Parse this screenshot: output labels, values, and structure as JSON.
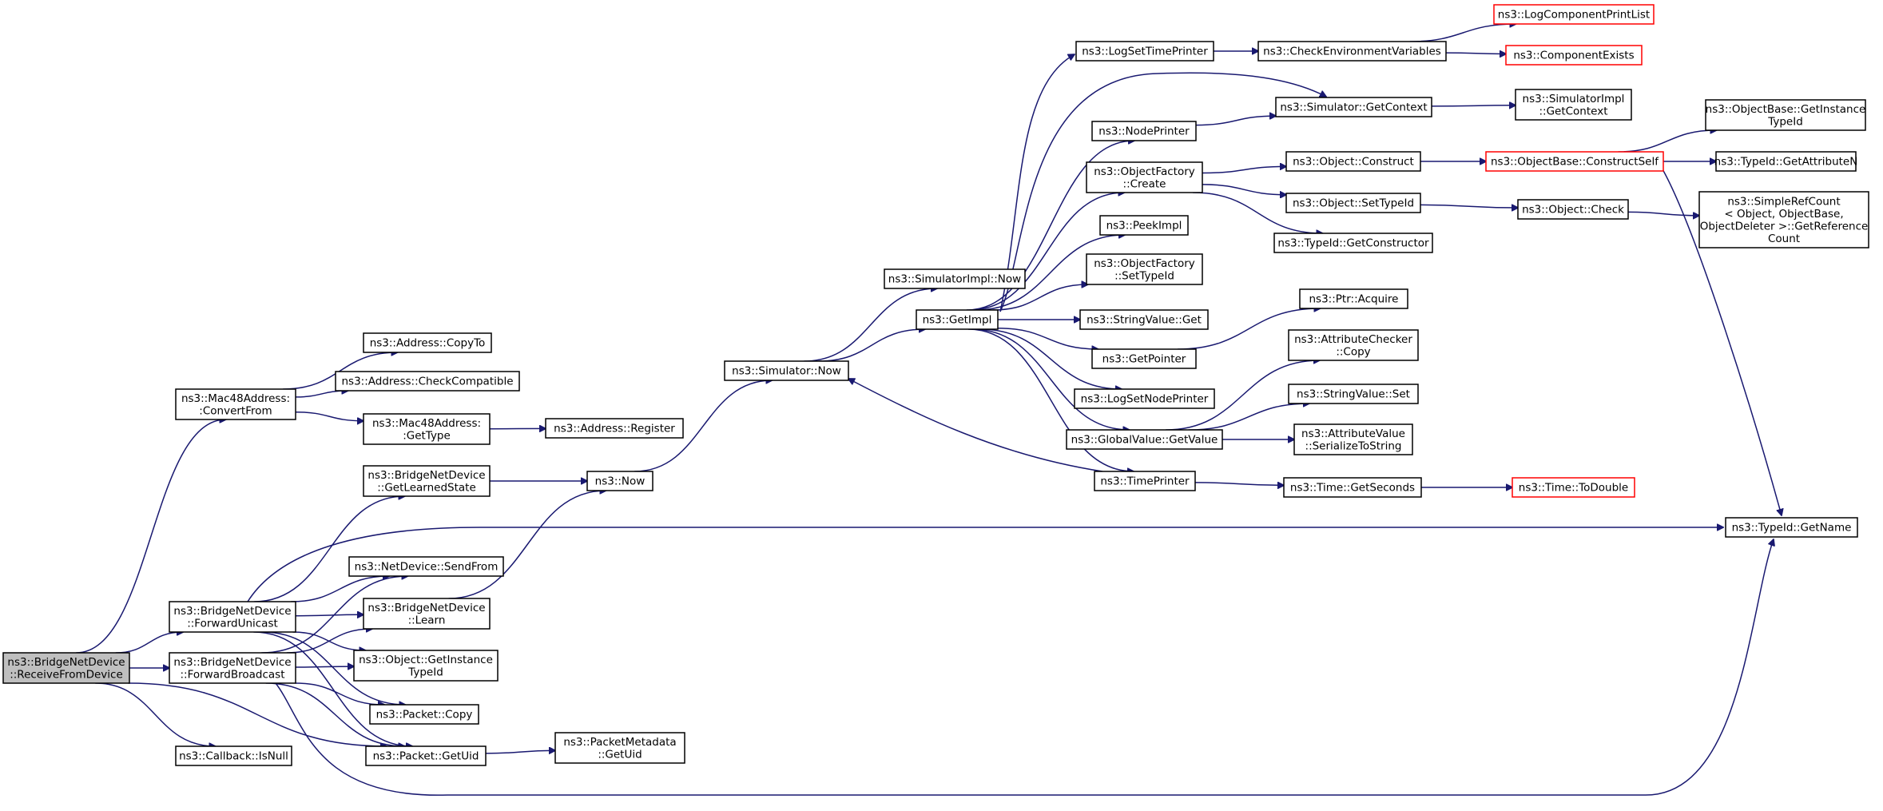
{
  "edge_color": "#191970",
  "node_border_color": "#000000",
  "truncated_node_border_color": "#ff0000",
  "root_fill_color": "#bfbfbf",
  "nodes": {
    "receive": {
      "lines": [
        "ns3::BridgeNetDevice",
        "::ReceiveFromDevice"
      ],
      "style": "root"
    },
    "mac_convert": {
      "lines": [
        "ns3::Mac48Address:",
        ":ConvertFrom"
      ]
    },
    "fwd_unicast": {
      "lines": [
        "ns3::BridgeNetDevice",
        "::ForwardUnicast"
      ]
    },
    "fwd_broadcast": {
      "lines": [
        "ns3::BridgeNetDevice",
        "::ForwardBroadcast"
      ]
    },
    "callback_isnull": {
      "lines": [
        "ns3::Callback::IsNull"
      ]
    },
    "addr_copyto": {
      "lines": [
        "ns3::Address::CopyTo"
      ]
    },
    "addr_checkcompat": {
      "lines": [
        "ns3::Address::CheckCompatible"
      ]
    },
    "mac_gettype": {
      "lines": [
        "ns3::Mac48Address:",
        ":GetType"
      ]
    },
    "bnd_getlearned": {
      "lines": [
        "ns3::BridgeNetDevice",
        "::GetLearnedState"
      ]
    },
    "netdev_sendfrom": {
      "lines": [
        "ns3::NetDevice::SendFrom"
      ]
    },
    "bnd_learn": {
      "lines": [
        "ns3::BridgeNetDevice",
        "::Learn"
      ]
    },
    "obj_getinstancetypeid": {
      "lines": [
        "ns3::Object::GetInstance",
        "TypeId"
      ]
    },
    "packet_copy": {
      "lines": [
        "ns3::Packet::Copy"
      ]
    },
    "packet_getuid": {
      "lines": [
        "ns3::Packet::GetUid"
      ]
    },
    "addr_register": {
      "lines": [
        "ns3::Address::Register"
      ]
    },
    "ns3_now": {
      "lines": [
        "ns3::Now"
      ]
    },
    "pktmeta_getuid": {
      "lines": [
        "ns3::PacketMetadata",
        "::GetUid"
      ]
    },
    "sim_now": {
      "lines": [
        "ns3::Simulator::Now"
      ]
    },
    "simimpl_now": {
      "lines": [
        "ns3::SimulatorImpl::Now"
      ]
    },
    "getimpl": {
      "lines": [
        "ns3::GetImpl"
      ]
    },
    "logsettimeprinter": {
      "lines": [
        "ns3::LogSetTimePrinter"
      ]
    },
    "nodeprinter": {
      "lines": [
        "ns3::NodePrinter"
      ]
    },
    "objfactory_create": {
      "lines": [
        "ns3::ObjectFactory",
        "::Create"
      ]
    },
    "peekimpl": {
      "lines": [
        "ns3::PeekImpl"
      ]
    },
    "objfactory_settypeid": {
      "lines": [
        "ns3::ObjectFactory",
        "::SetTypeId"
      ]
    },
    "stringvalue_get": {
      "lines": [
        "ns3::StringValue::Get"
      ]
    },
    "getpointer": {
      "lines": [
        "ns3::GetPointer"
      ]
    },
    "logsetnodeprinter": {
      "lines": [
        "ns3::LogSetNodePrinter"
      ]
    },
    "globalvalue_getvalue": {
      "lines": [
        "ns3::GlobalValue::GetValue"
      ]
    },
    "timeprinter": {
      "lines": [
        "ns3::TimePrinter"
      ]
    },
    "checkenv": {
      "lines": [
        "ns3::CheckEnvironmentVariables"
      ]
    },
    "sim_getcontext": {
      "lines": [
        "ns3::Simulator::GetContext"
      ]
    },
    "obj_construct": {
      "lines": [
        "ns3::Object::Construct"
      ]
    },
    "obj_settypeid": {
      "lines": [
        "ns3::Object::SetTypeId"
      ]
    },
    "typeid_getconstructor": {
      "lines": [
        "ns3::TypeId::GetConstructor"
      ]
    },
    "ptr_acquire": {
      "lines": [
        "ns3::Ptr::Acquire"
      ]
    },
    "attrchecker_copy": {
      "lines": [
        "ns3::AttributeChecker",
        "::Copy"
      ]
    },
    "stringvalue_set": {
      "lines": [
        "ns3::StringValue::Set"
      ]
    },
    "attrvalue_serialize": {
      "lines": [
        "ns3::AttributeValue",
        "::SerializeToString"
      ]
    },
    "time_getseconds": {
      "lines": [
        "ns3::Time::GetSeconds"
      ]
    },
    "logcompprintlist": {
      "lines": [
        "ns3::LogComponentPrintList"
      ],
      "style": "red"
    },
    "componentexists": {
      "lines": [
        "ns3::ComponentExists"
      ],
      "style": "red"
    },
    "simimpl_getcontext": {
      "lines": [
        "ns3::SimulatorImpl",
        "::GetContext"
      ]
    },
    "objbase_constructself": {
      "lines": [
        "ns3::ObjectBase::ConstructSelf"
      ],
      "style": "red"
    },
    "obj_check": {
      "lines": [
        "ns3::Object::Check"
      ]
    },
    "time_todouble": {
      "lines": [
        "ns3::Time::ToDouble"
      ],
      "style": "red"
    },
    "objbase_getinstancetypeid": {
      "lines": [
        "ns3::ObjectBase::GetInstance",
        "TypeId"
      ]
    },
    "typeid_getattributen": {
      "lines": [
        "ns3::TypeId::GetAttributeN"
      ]
    },
    "simplerefcount": {
      "lines": [
        "ns3::SimpleRefCount",
        "< Object, ObjectBase,",
        " ObjectDeleter >::GetReference",
        "Count"
      ]
    },
    "typeid_getname": {
      "lines": [
        "ns3::TypeId::GetName"
      ]
    }
  },
  "edges": [
    [
      "receive",
      "mac_convert"
    ],
    [
      "receive",
      "fwd_unicast"
    ],
    [
      "receive",
      "fwd_broadcast"
    ],
    [
      "receive",
      "callback_isnull"
    ],
    [
      "receive",
      "packet_getuid"
    ],
    [
      "mac_convert",
      "addr_copyto"
    ],
    [
      "mac_convert",
      "addr_checkcompat"
    ],
    [
      "mac_convert",
      "mac_gettype"
    ],
    [
      "mac_gettype",
      "addr_register"
    ],
    [
      "fwd_unicast",
      "bnd_getlearned"
    ],
    [
      "fwd_unicast",
      "netdev_sendfrom"
    ],
    [
      "fwd_unicast",
      "bnd_learn"
    ],
    [
      "fwd_unicast",
      "obj_getinstancetypeid"
    ],
    [
      "fwd_unicast",
      "packet_copy"
    ],
    [
      "fwd_unicast",
      "packet_getuid"
    ],
    [
      "fwd_unicast",
      "typeid_getname"
    ],
    [
      "fwd_broadcast",
      "netdev_sendfrom"
    ],
    [
      "fwd_broadcast",
      "bnd_learn"
    ],
    [
      "fwd_broadcast",
      "obj_getinstancetypeid"
    ],
    [
      "fwd_broadcast",
      "packet_copy"
    ],
    [
      "fwd_broadcast",
      "packet_getuid"
    ],
    [
      "fwd_broadcast",
      "typeid_getname"
    ],
    [
      "bnd_getlearned",
      "ns3_now"
    ],
    [
      "bnd_learn",
      "ns3_now"
    ],
    [
      "packet_getuid",
      "pktmeta_getuid"
    ],
    [
      "ns3_now",
      "sim_now"
    ],
    [
      "sim_now",
      "simimpl_now"
    ],
    [
      "sim_now",
      "getimpl"
    ],
    [
      "getimpl",
      "logsettimeprinter"
    ],
    [
      "getimpl",
      "sim_getcontext"
    ],
    [
      "getimpl",
      "nodeprinter"
    ],
    [
      "getimpl",
      "objfactory_create"
    ],
    [
      "getimpl",
      "peekimpl"
    ],
    [
      "getimpl",
      "objfactory_settypeid"
    ],
    [
      "getimpl",
      "stringvalue_get"
    ],
    [
      "getimpl",
      "getpointer"
    ],
    [
      "getimpl",
      "logsetnodeprinter"
    ],
    [
      "getimpl",
      "globalvalue_getvalue"
    ],
    [
      "getimpl",
      "timeprinter"
    ],
    [
      "logsettimeprinter",
      "checkenv"
    ],
    [
      "checkenv",
      "logcompprintlist"
    ],
    [
      "checkenv",
      "componentexists"
    ],
    [
      "nodeprinter",
      "sim_getcontext"
    ],
    [
      "sim_getcontext",
      "simimpl_getcontext"
    ],
    [
      "objfactory_create",
      "obj_construct"
    ],
    [
      "objfactory_create",
      "obj_settypeid"
    ],
    [
      "objfactory_create",
      "typeid_getconstructor"
    ],
    [
      "obj_construct",
      "objbase_constructself"
    ],
    [
      "objbase_constructself",
      "objbase_getinstancetypeid"
    ],
    [
      "objbase_constructself",
      "typeid_getattributen"
    ],
    [
      "objbase_constructself",
      "typeid_getname"
    ],
    [
      "obj_settypeid",
      "obj_check"
    ],
    [
      "obj_check",
      "simplerefcount"
    ],
    [
      "getpointer",
      "ptr_acquire"
    ],
    [
      "globalvalue_getvalue",
      "attrchecker_copy"
    ],
    [
      "globalvalue_getvalue",
      "stringvalue_set"
    ],
    [
      "globalvalue_getvalue",
      "attrvalue_serialize"
    ],
    [
      "timeprinter",
      "sim_now"
    ],
    [
      "timeprinter",
      "time_getseconds"
    ],
    [
      "time_getseconds",
      "time_todouble"
    ]
  ]
}
